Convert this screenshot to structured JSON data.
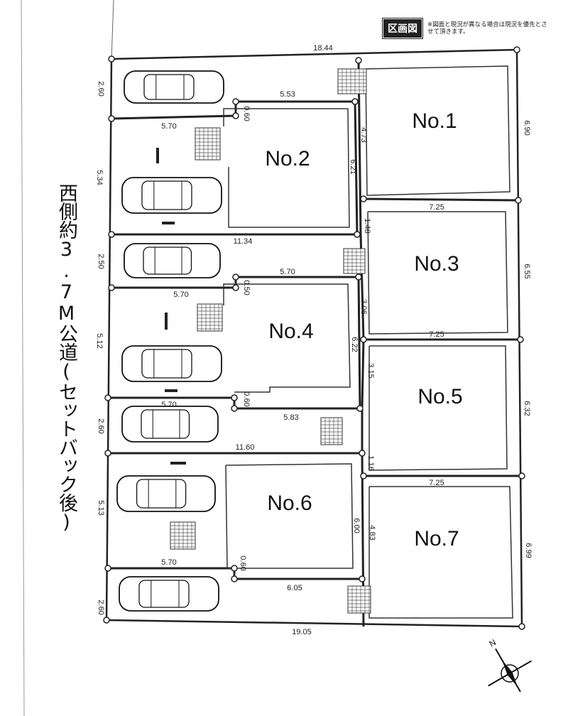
{
  "legend": {
    "title": "区画図",
    "note": "※図面と現況が異なる場合は現況を優先とさせて頂きます。"
  },
  "road_label": "西側約3.7M公道(セットバック後)",
  "lots": [
    "No.1",
    "No.2",
    "No.3",
    "No.4",
    "No.5",
    "No.6",
    "No.7"
  ],
  "dimensions": [
    "18.44",
    "2.60",
    "5.53",
    "0.60",
    "5.70",
    "4.73",
    "6.21",
    "6.90",
    "5.34",
    "1.48",
    "7.25",
    "11.34",
    "2.50",
    "5.70",
    "0.50",
    "5.70",
    "6.55",
    "3.06",
    "7.25",
    "5.12",
    "6.22",
    "3.15",
    "0.60",
    "5.70",
    "5.83",
    "6.32",
    "2.60",
    "11.60",
    "1.16",
    "7.25",
    "5.13",
    "6.00",
    "4.83",
    "0.60",
    "5.70",
    "6.99",
    "6.05",
    "2.60",
    "19.05"
  ],
  "compass": {
    "north_label": "N"
  }
}
